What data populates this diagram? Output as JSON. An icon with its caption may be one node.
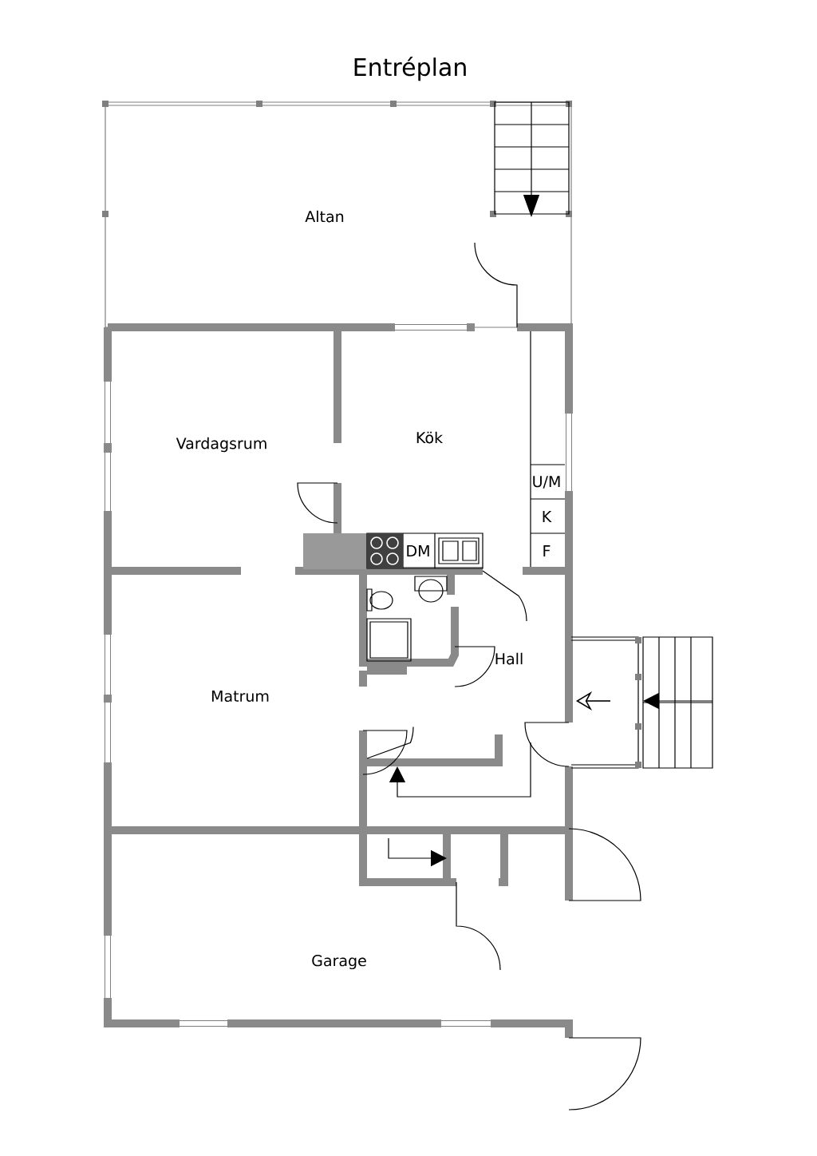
{
  "diagram": {
    "title": "Entréplan",
    "labels": [
      "Altan",
      "Vardagsrum",
      "Kök",
      "U/M",
      "K",
      "DM",
      "F",
      "Hall",
      "Matrum",
      "Garage"
    ]
  }
}
